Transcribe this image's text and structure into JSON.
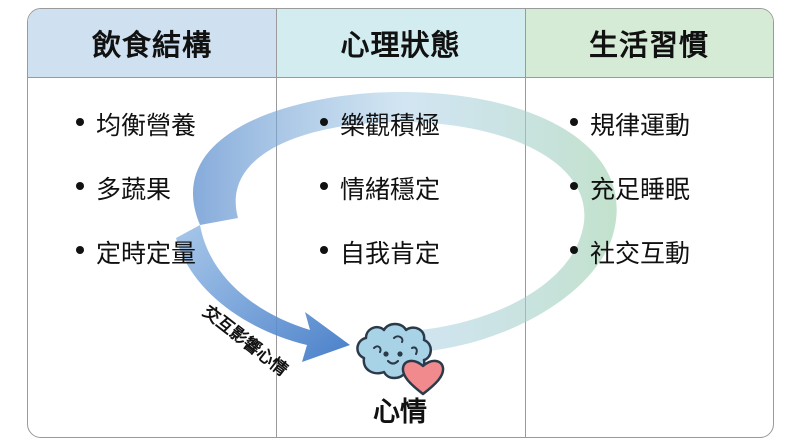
{
  "columns": [
    {
      "title": "飲食結構",
      "items": [
        "均衡營養",
        "多蔬果",
        "定時定量"
      ]
    },
    {
      "title": "心理狀態",
      "items": [
        "樂觀積極",
        "情緒穩定",
        "自我肯定"
      ]
    },
    {
      "title": "生活習慣",
      "items": [
        "規律運動",
        "充足睡眠",
        "社交互動"
      ]
    }
  ],
  "arrow_label": "交互影響心情",
  "center_label": "心情",
  "colors": {
    "header_1": "#cfe0f1",
    "header_2": "#d3ecef",
    "header_3": "#d5ebd6",
    "arrow_blue": "#5e8fcf",
    "arrow_green": "#a9d6b6",
    "heart": "#f08a8c",
    "brain": "#a8d3e6"
  },
  "icons": {
    "center_icon": "brain-with-heart-icon"
  }
}
